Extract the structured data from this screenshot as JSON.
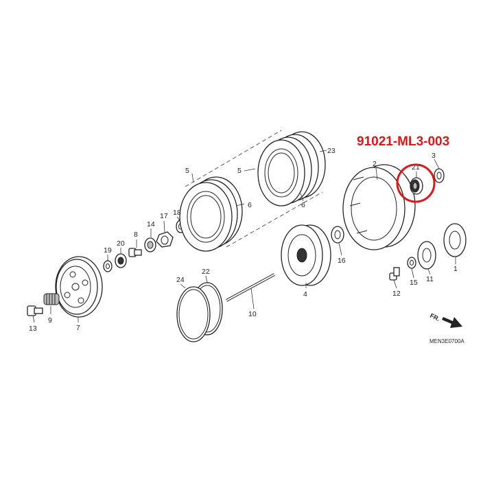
{
  "highlight": {
    "part_number": "91021-ML3-003",
    "color": "#e01515"
  },
  "callouts": {
    "p1": "1",
    "p2": "2",
    "p3": "3",
    "p4": "4",
    "p5a": "5",
    "p5b": "5",
    "p6a": "6",
    "p6b": "6",
    "p7": "7",
    "p8": "8",
    "p9": "9",
    "p10": "10",
    "p11": "11",
    "p12": "12",
    "p13": "13",
    "p14": "14",
    "p15": "15",
    "p16": "16",
    "p17": "17",
    "p18": "18",
    "p19": "19",
    "p20": "20",
    "p21": "21",
    "p22": "22",
    "p23": "23",
    "p24": "24"
  },
  "direction_label": "FR.",
  "diagram_code": "MEN3E0700A"
}
